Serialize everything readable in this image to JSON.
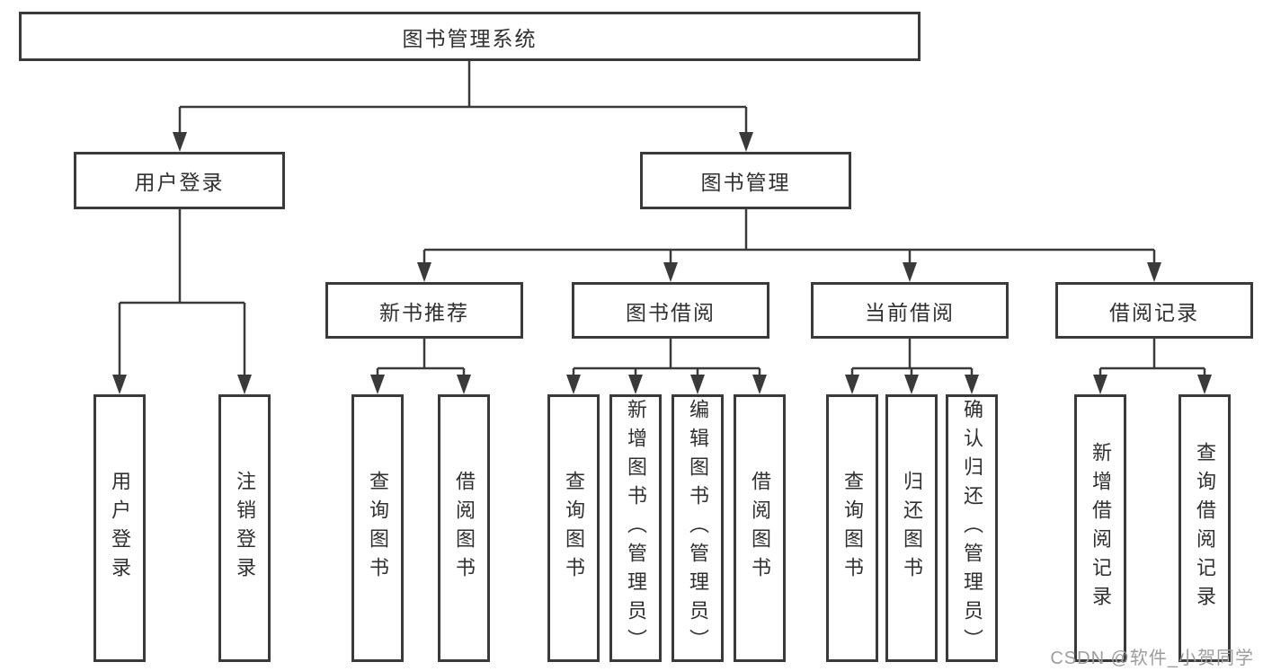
{
  "nodes": {
    "root": "图书管理系统",
    "user_login": "用户登录",
    "book_mgmt": "图书管理",
    "new_books": "新书推荐",
    "book_borrow": "图书借阅",
    "current_borrow": "当前借阅",
    "borrow_records": "借阅记录",
    "leaf_user_login": "用户登录",
    "leaf_logout": "注销登录",
    "leaf_nb_query": "查询图书",
    "leaf_nb_borrow": "借阅图书",
    "leaf_bb_query": "查询图书",
    "leaf_bb_add": "新增图书（管理员）",
    "leaf_bb_edit": "编辑图书（管理员）",
    "leaf_bb_borrow": "借阅图书",
    "leaf_cb_query": "查询图书",
    "leaf_cb_return": "归还图书",
    "leaf_cb_confirm": "确认归还（管理员）",
    "leaf_br_add": "新增借阅记录",
    "leaf_br_query": "查询借阅记录"
  },
  "watermark": "CSDN @软件_小贺同学",
  "colors": {
    "line": "#3a3a3a",
    "text": "#303030",
    "watermark": "#9d9d9d",
    "background": "#ffffff"
  }
}
